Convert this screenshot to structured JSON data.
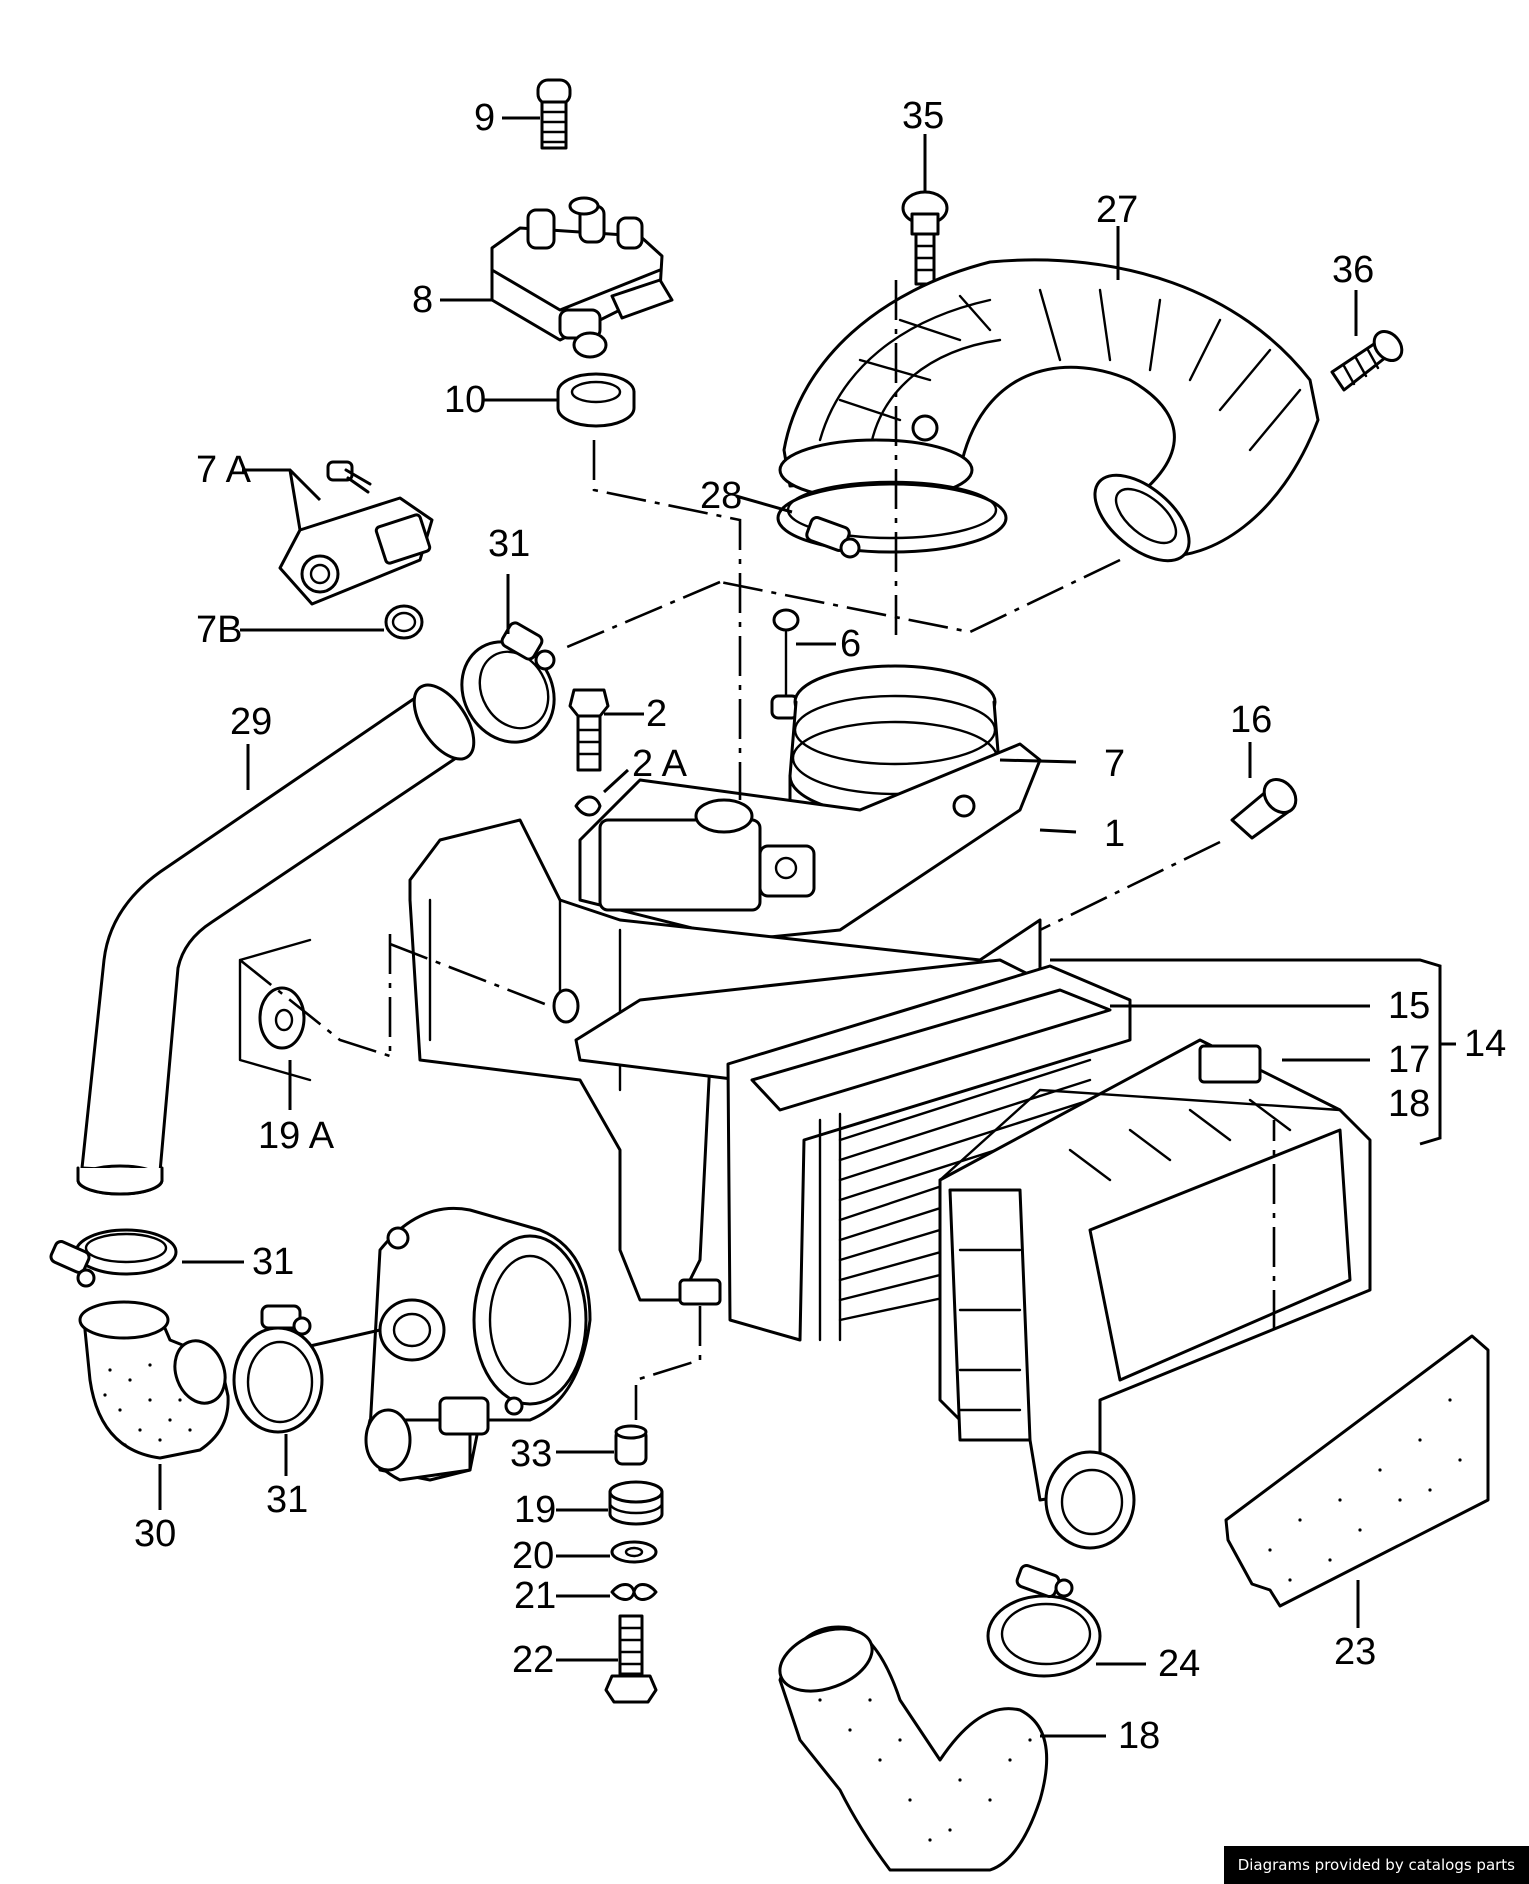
{
  "credit": "Diagrams provided by catalogs parts",
  "callouts": {
    "c9": "9",
    "c8": "8",
    "c10": "10",
    "c7a": "7 A",
    "c7b": "7B",
    "c31a": "31",
    "c29": "29",
    "c2": "2",
    "c2a": "2 A",
    "c6": "6",
    "c7": "7",
    "c1": "1",
    "c35": "35",
    "c27": "27",
    "c36": "36",
    "c28": "28",
    "c16": "16",
    "c15": "15",
    "c14": "14",
    "c17": "17",
    "c18a": "18",
    "c19a": "19 A",
    "c31b": "31",
    "c30": "30",
    "c31c": "31",
    "c33": "33",
    "c19": "19",
    "c20": "20",
    "c21": "21",
    "c22": "22",
    "c23": "23",
    "c24": "24",
    "c18b": "18"
  }
}
